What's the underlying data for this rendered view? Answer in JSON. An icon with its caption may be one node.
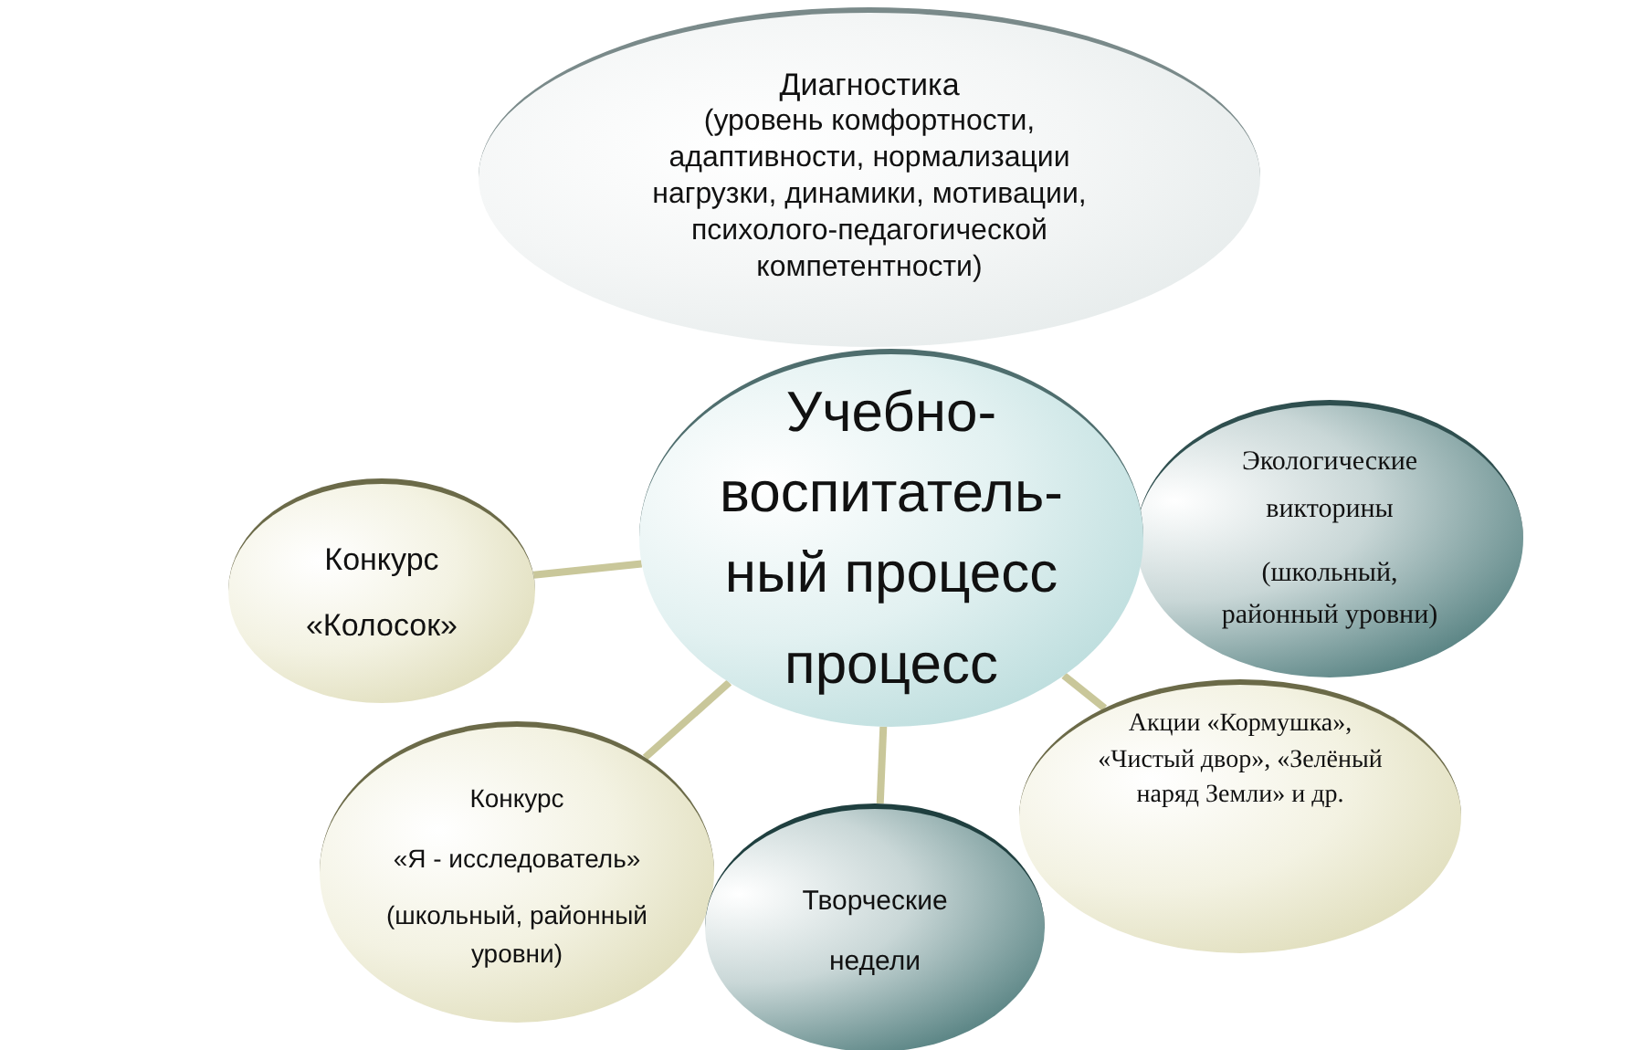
{
  "diagram": {
    "nodes": [
      {
        "text": [
          "Диагностика",
          "(уровень комфортности, адаптивности, нормализации нагрузки, динамики, мотивации, психолого-педагогической компетентности)"
        ]
      },
      {
        "text": [
          "Учебно- воспитатель- ный процесс",
          "процесс"
        ]
      },
      {
        "text": [
          "Экологические викторины",
          "(школьный, районный уровни)"
        ]
      },
      {
        "text": [
          "Конкурс",
          "«Колосок»"
        ]
      },
      {
        "text": [
          "Акции «Кормушка», «Чистый двор», «Зелёный наряд Земли» и др."
        ]
      },
      {
        "text": [
          "Конкурс",
          "«Я - исследователь»",
          "(школьный, районный уровни)"
        ]
      },
      {
        "text": [
          "Творческие недели"
        ]
      }
    ],
    "edges": [
      {
        "from": 1,
        "to": 3,
        "arrow": "none"
      },
      {
        "from": 1,
        "to": 5,
        "arrow": "none"
      },
      {
        "from": 1,
        "to": 6,
        "arrow": "none"
      },
      {
        "from": 1,
        "to": 4,
        "arrow": "none"
      }
    ]
  }
}
